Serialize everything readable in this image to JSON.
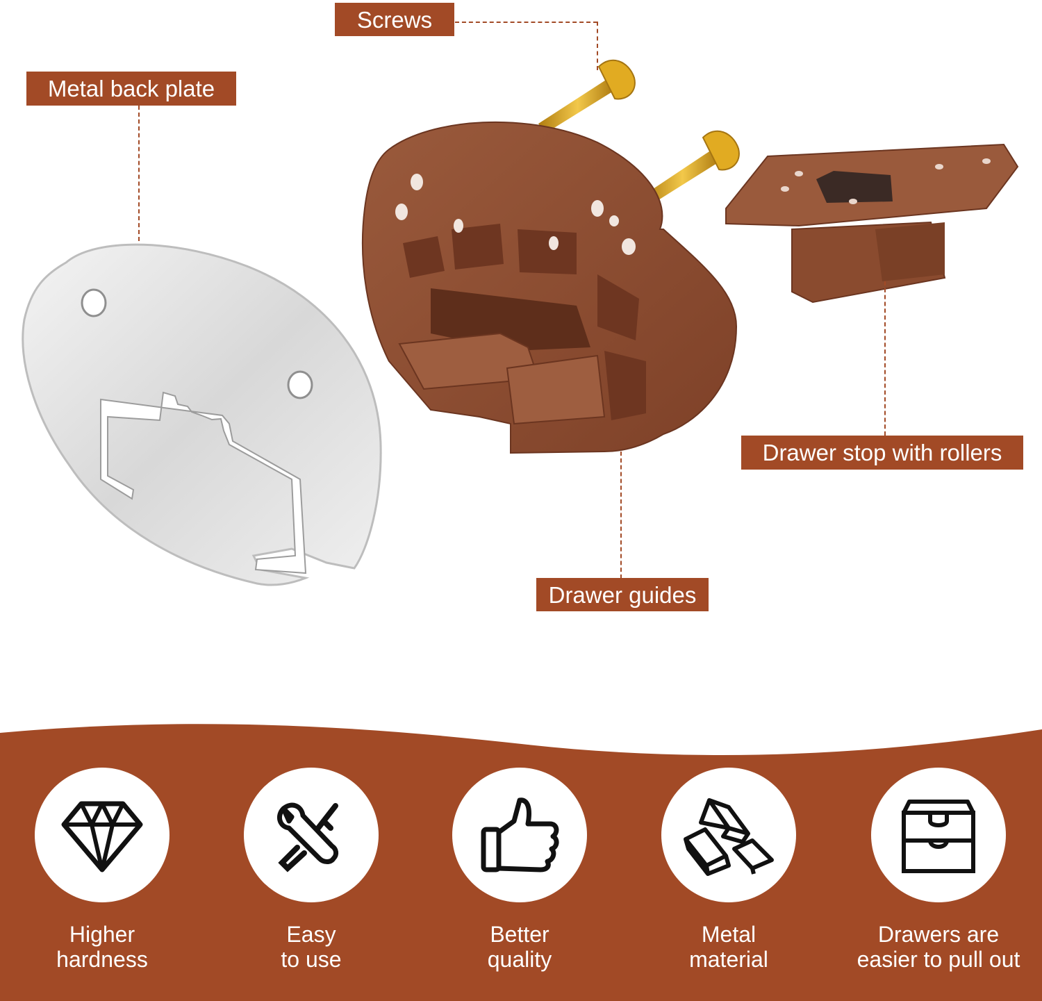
{
  "callouts": {
    "screws": "Screws",
    "metal_back_plate": "Metal back plate",
    "drawer_stop": "Drawer stop with rollers",
    "drawer_guides": "Drawer guides"
  },
  "features": [
    {
      "icon": "diamond-icon",
      "line1": "Higher",
      "line2": "hardness"
    },
    {
      "icon": "tools-icon",
      "line1": "Easy",
      "line2": "to use"
    },
    {
      "icon": "thumbs-up-icon",
      "line1": "Better",
      "line2": "quality"
    },
    {
      "icon": "metal-bars-icon",
      "line1": "Metal",
      "line2": "material"
    },
    {
      "icon": "drawer-icon",
      "line1": "Drawers are",
      "line2": "easier to pull out"
    }
  ],
  "colors": {
    "accent": "#a24a26",
    "plastic": "#8e4e33",
    "metal": "#e6e6e6",
    "screw": "#d9a21b"
  }
}
